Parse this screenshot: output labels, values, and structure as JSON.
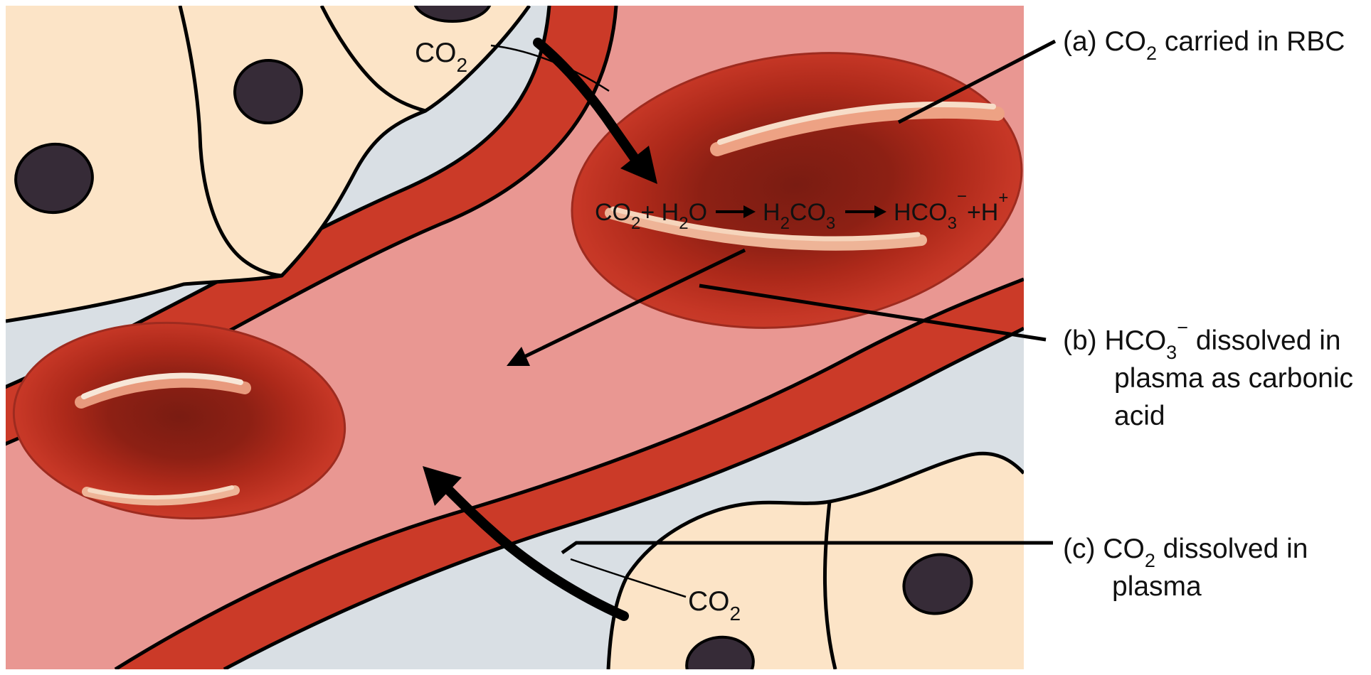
{
  "diagram": {
    "title_semantic": "CO2 transport from tissue cells into blood",
    "co2_top": {
      "base": "CO",
      "sub": "2"
    },
    "co2_bottom": {
      "base": "CO",
      "sub": "2"
    },
    "equation": {
      "part1": "CO",
      "part1_sub": "2",
      "part2": "+ H",
      "part2_sub": "2",
      "part3": "O",
      "part4": "H",
      "part4_sub": "2",
      "part5": "CO",
      "part5_sub": "3",
      "part6": "HCO",
      "part6_sub": "3",
      "part6_sup": "−",
      "part7": "+H",
      "part7_sup": "+"
    },
    "labels": {
      "a": {
        "prefix": "(a) CO",
        "sub": "2",
        "rest": " carried in RBC"
      },
      "b": {
        "prefix": "(b) HCO",
        "sub": "3",
        "sup": "−",
        "rest": " dissolved in",
        "line2": "plasma as carbonic",
        "line3": "acid"
      },
      "c": {
        "prefix": "(c) CO",
        "sub": "2",
        "rest": " dissolved in",
        "line2": "plasma"
      }
    },
    "colors": {
      "tissue_cell": "#fce4c7",
      "nucleus": "#362b37",
      "interstitial_space": "#d9dfe4",
      "vessel_wall": "#cb3a28",
      "plasma": "#e99792",
      "rbc_outer": "#cd4431",
      "rbc_center": "#7a1c12",
      "rbc_highlight": "#f2bea2",
      "line": "#000000",
      "background": "#ffffff"
    }
  }
}
